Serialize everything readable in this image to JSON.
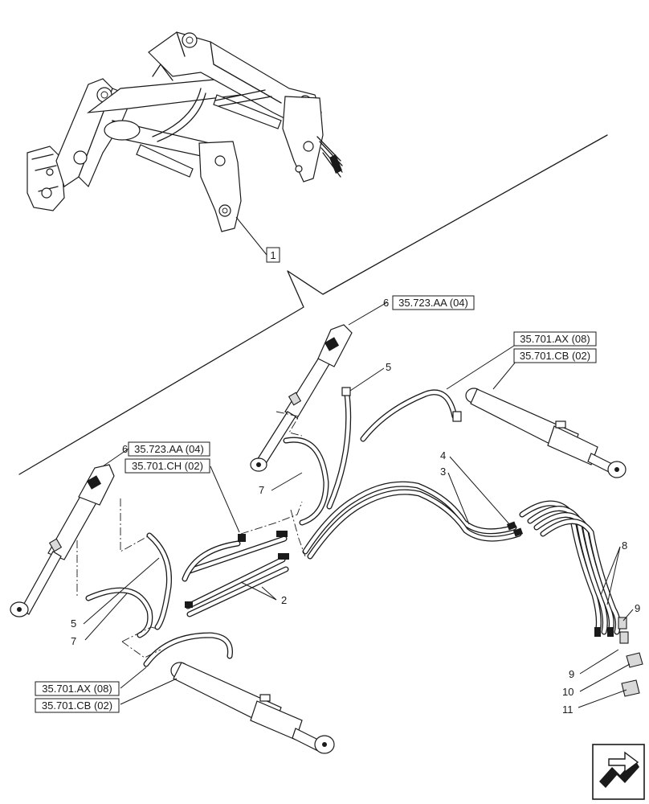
{
  "callout_box": "1",
  "item_numbers": {
    "n2": "2",
    "n3": "3",
    "n4": "4",
    "n5_top": "5",
    "n5_left": "5",
    "n6_top": "6",
    "n6_left": "6",
    "n7_top": "7",
    "n7_left": "7",
    "n8": "8",
    "n9_right": "9",
    "n9_left": "9",
    "n10": "10",
    "n11": "11"
  },
  "references": {
    "ref_723_top": "35.723.AA (04)",
    "ref_ax_top": "35.701.AX (08)",
    "ref_cb_top": "35.701.CB (02)",
    "ref_723_left": "35.723.AA (04)",
    "ref_ch": "35.701.CH (02)",
    "ref_ax_bottom": "35.701.AX (08)",
    "ref_cb_bottom": "35.701.CB (02)"
  },
  "icons": [
    "navigation-arrow-icon"
  ]
}
